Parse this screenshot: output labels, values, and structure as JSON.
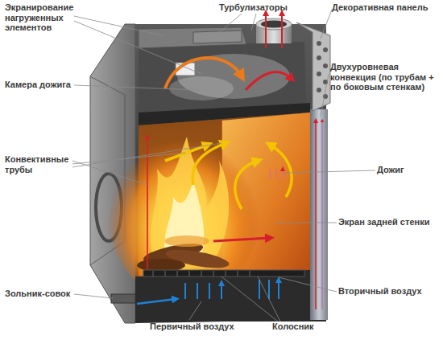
{
  "diagram": {
    "labels": [
      "Экранирование нагруженных элементов",
      "Турбулизаторы",
      "Декоративная панель",
      "Камера дожига",
      "Двухуровневая конвекция (по трубам + по боковым стенкам)",
      "Конвективные трубы",
      "Дожиг",
      "Экран задней стенки",
      "Зольник-совок",
      "Вторичный воздух",
      "Первичный воздух",
      "Колосник"
    ]
  }
}
